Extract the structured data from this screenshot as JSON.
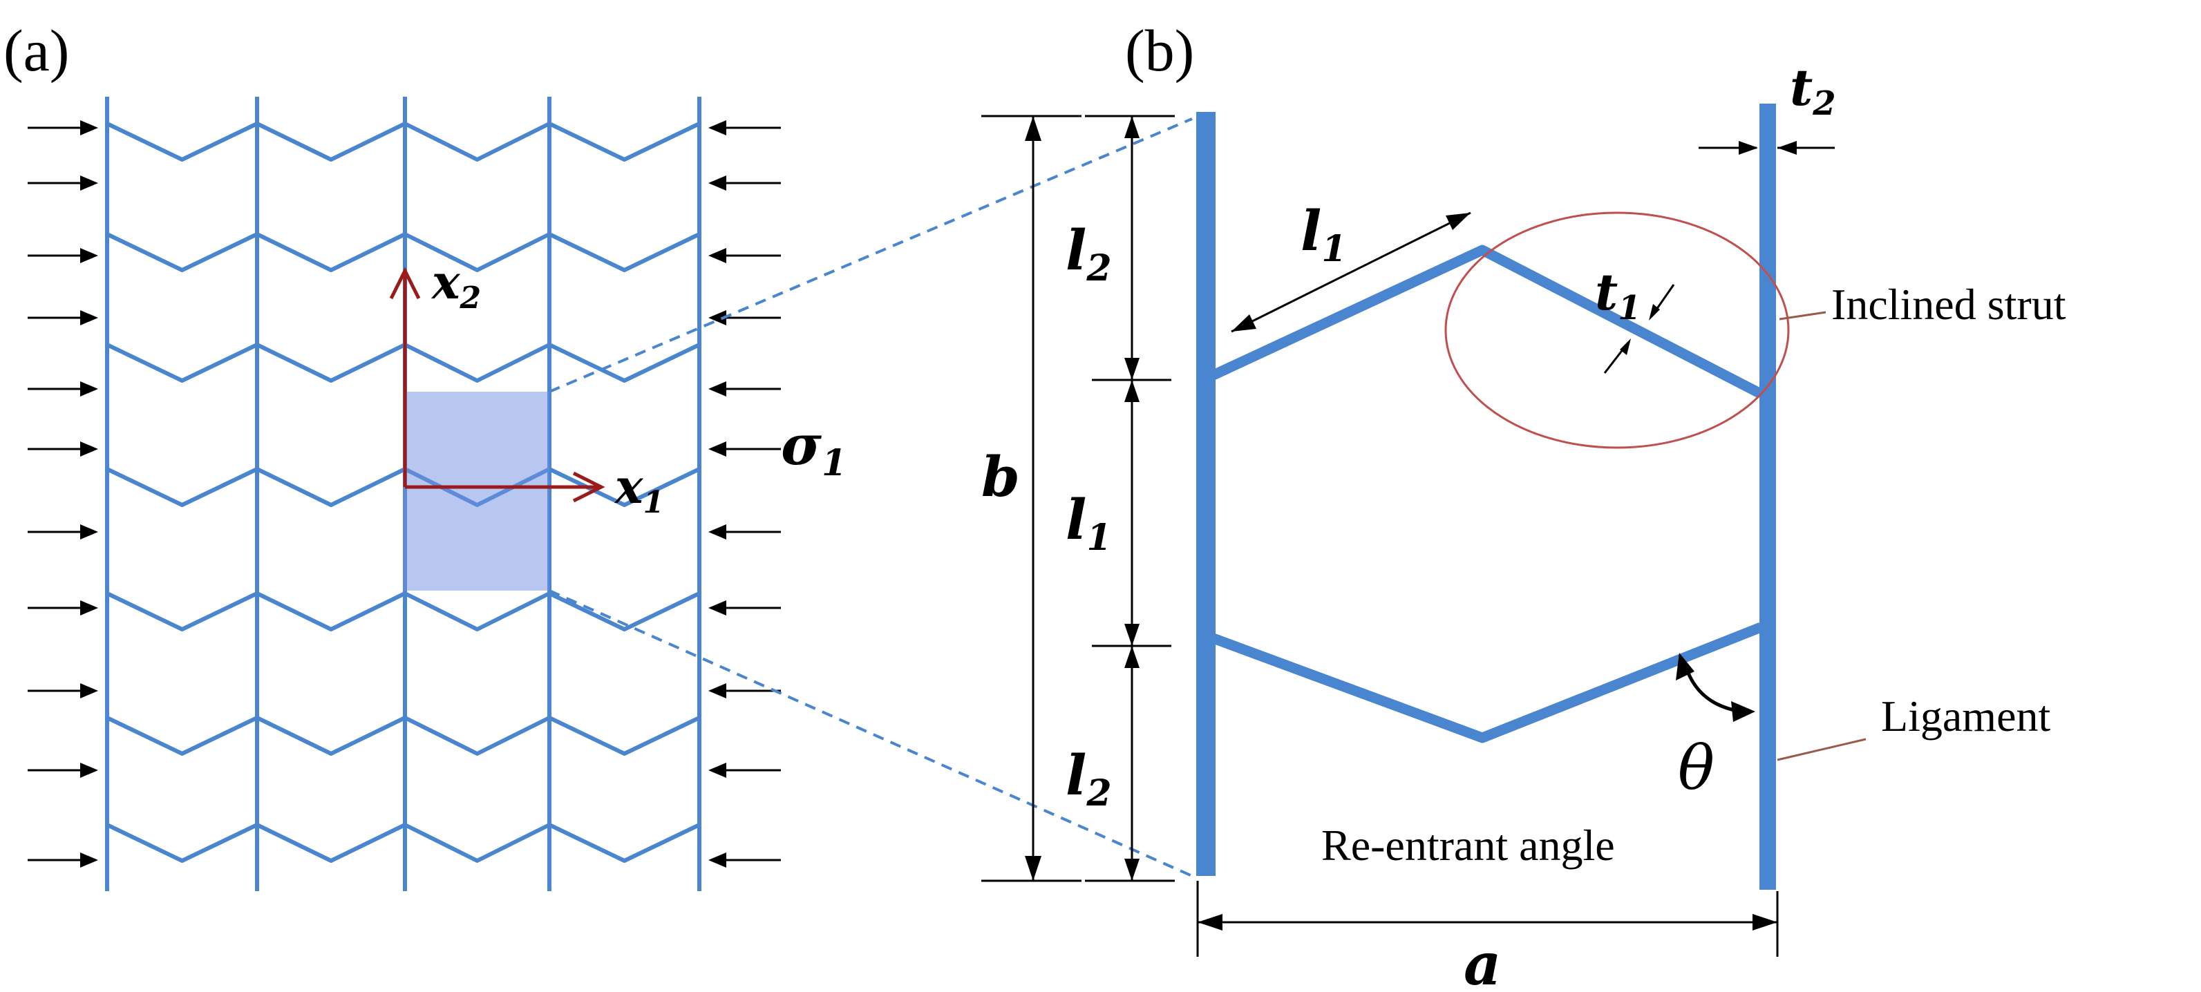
{
  "panels": {
    "a": {
      "label": "(a)"
    },
    "b": {
      "label": "(b)"
    }
  },
  "symbols": {
    "x1": {
      "base": "x",
      "sub": "1"
    },
    "x2": {
      "base": "x",
      "sub": "2"
    },
    "sigma1": {
      "base": "σ",
      "sub": "1"
    },
    "l1_top": {
      "base": "l",
      "sub": "1"
    },
    "l2_top": {
      "base": "l",
      "sub": "2"
    },
    "l1_mid": {
      "base": "l",
      "sub": "1"
    },
    "l2_bottom": {
      "base": "l",
      "sub": "2"
    },
    "t1": {
      "base": "t",
      "sub": "1"
    },
    "t2": {
      "base": "t",
      "sub": "2"
    },
    "b": "b",
    "a": "a",
    "theta": "θ"
  },
  "annotations": {
    "inclined_strut": "Inclined strut",
    "ligament": "Ligament",
    "reentrant_angle": "Re-entrant angle"
  },
  "colors": {
    "strut": "#4a86cf",
    "axis": "#9b1b1b",
    "highlight": "#6f8fe0",
    "ellipse": "#c0504d",
    "leader": "#9a5a4a",
    "ink": "#000000"
  }
}
